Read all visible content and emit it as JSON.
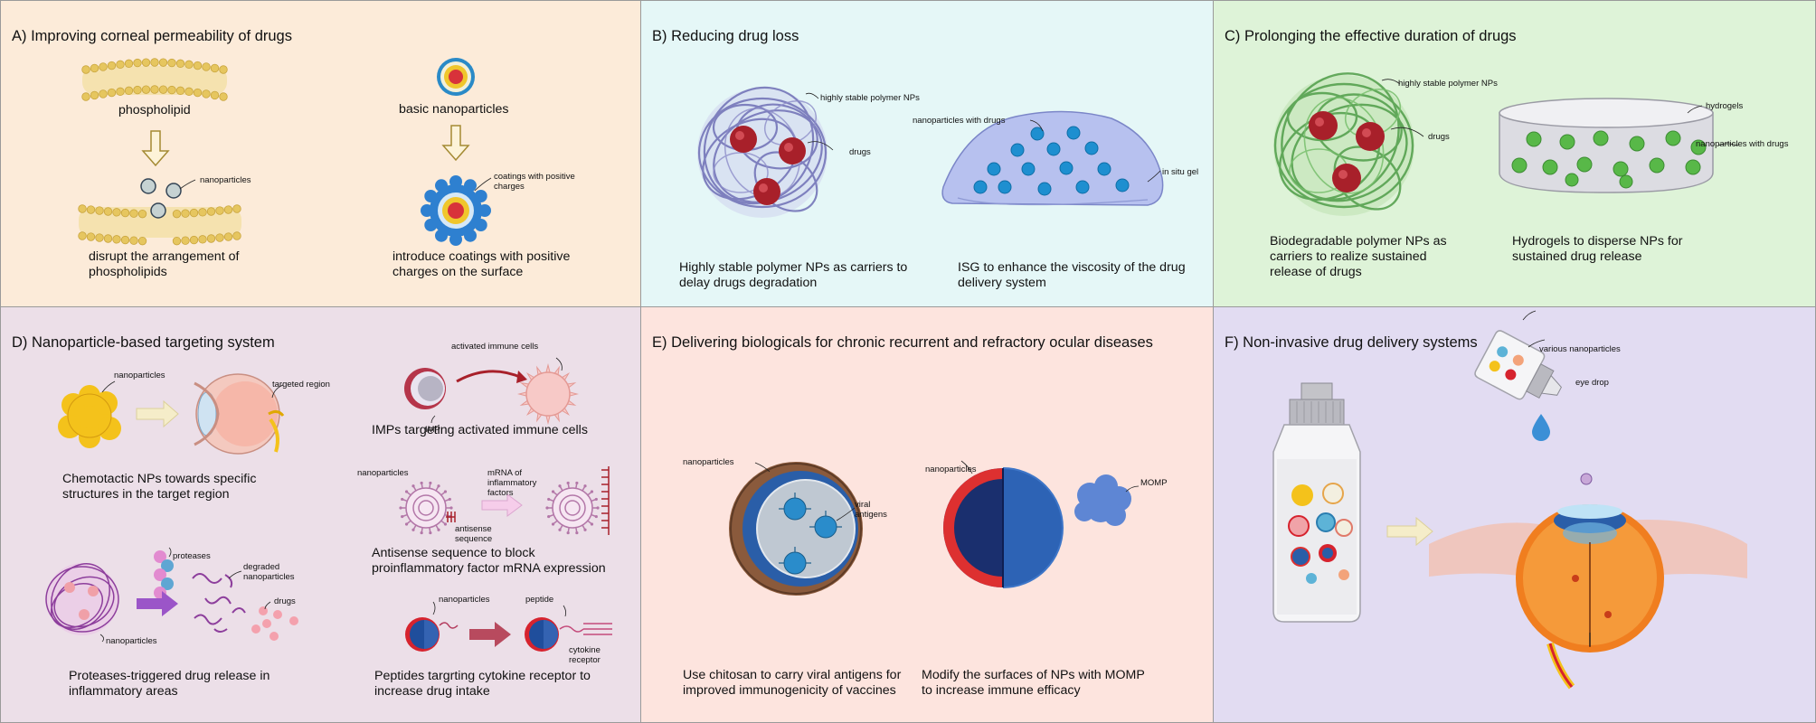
{
  "panels": {
    "a": {
      "title": "A) Improving corneal permeability of drugs",
      "labels": {
        "phospholipid": "phospholipid",
        "nanoparticles": "nanoparticles",
        "basic_np": "basic nanoparticles",
        "coatings": "coatings with positive charges"
      },
      "captions": {
        "disrupt": "disrupt the arrangement of phospholipids",
        "introduce": "introduce coatings with positive charges on the surface"
      }
    },
    "b": {
      "title": "B) Reducing drug loss",
      "labels": {
        "stable_np": "highly stable polymer NPs",
        "drugs": "drugs",
        "np_with_drugs": "nanoparticles with drugs",
        "in_situ_gel": "in situ gel"
      },
      "captions": {
        "stable": "Highly stable polymer NPs as carriers to delay drugs degradation",
        "isg": "ISG to enhance the viscosity of the drug delivery system"
      }
    },
    "c": {
      "title": "C) Prolonging the effective duration of drugs",
      "labels": {
        "stable_np": "highly stable polymer NPs",
        "drugs": "drugs",
        "hydrogels": "hydrogels",
        "np_with_drugs": "nanoparticles with drugs"
      },
      "captions": {
        "biodegradable": "Biodegradable polymer NPs as carriers to realize sustained release of drugs",
        "hydrogels": "Hydrogels to disperse NPs for sustained drug release"
      }
    },
    "d": {
      "title": "D) Nanoparticle-based targeting system",
      "labels": {
        "nanoparticles_1": "nanoparticles",
        "targeted_region": "targeted region",
        "activated_immune": "activated immune cells",
        "imp": "IMP",
        "nanoparticles_2": "nanoparticles",
        "mrna": "mRNA of inflammatory factors",
        "antisense": "antisense sequence",
        "proteases": "proteases",
        "degraded": "degraded nanoparticles",
        "drugs": "drugs",
        "nanoparticles_3": "nanoparticles",
        "nanoparticles_4": "nanoparticles",
        "peptide": "peptide",
        "cytokine_receptor": "cytokine receptor"
      },
      "captions": {
        "chemotactic": "Chemotactic NPs towards specific structures in the target region",
        "imps": "IMPs targeting activated immune cells",
        "antisense": "Antisense sequence to block proinflammatory factor mRNA expression",
        "proteases": "Proteases-triggered drug release in inflammatory areas",
        "peptides": "Peptides targrting cytokine receptor to increase drug intake"
      }
    },
    "e": {
      "title": "E) Delivering biologicals for chronic recurrent and refractory ocular diseases",
      "labels": {
        "nanoparticles_1": "nanoparticles",
        "viral_antigens": "viral antigens",
        "nanoparticles_2": "nanoparticles",
        "momp": "MOMP"
      },
      "captions": {
        "chitosan": "Use chitosan to carry viral antigens for improved immunogenicity of vaccines",
        "modify": "Modify the surfaces of NPs with MOMP to increase immune efficacy"
      }
    },
    "f": {
      "title": "F) Non-invasive drug delivery systems",
      "labels": {
        "various": "various nanoparticles",
        "eye_drop": "eye drop"
      }
    }
  },
  "colors": {
    "panel_a": "#fcebd9",
    "panel_b": "#e5f7f7",
    "panel_c": "#def3d8",
    "panel_d": "#ecdfe8",
    "panel_e": "#fde4de",
    "panel_f": "#e2dcf2",
    "drug_red": "#a8202a",
    "np_blue": "#1e8fd0",
    "gel_green": "#58b848",
    "lipid_gold": "#e3c55d"
  }
}
